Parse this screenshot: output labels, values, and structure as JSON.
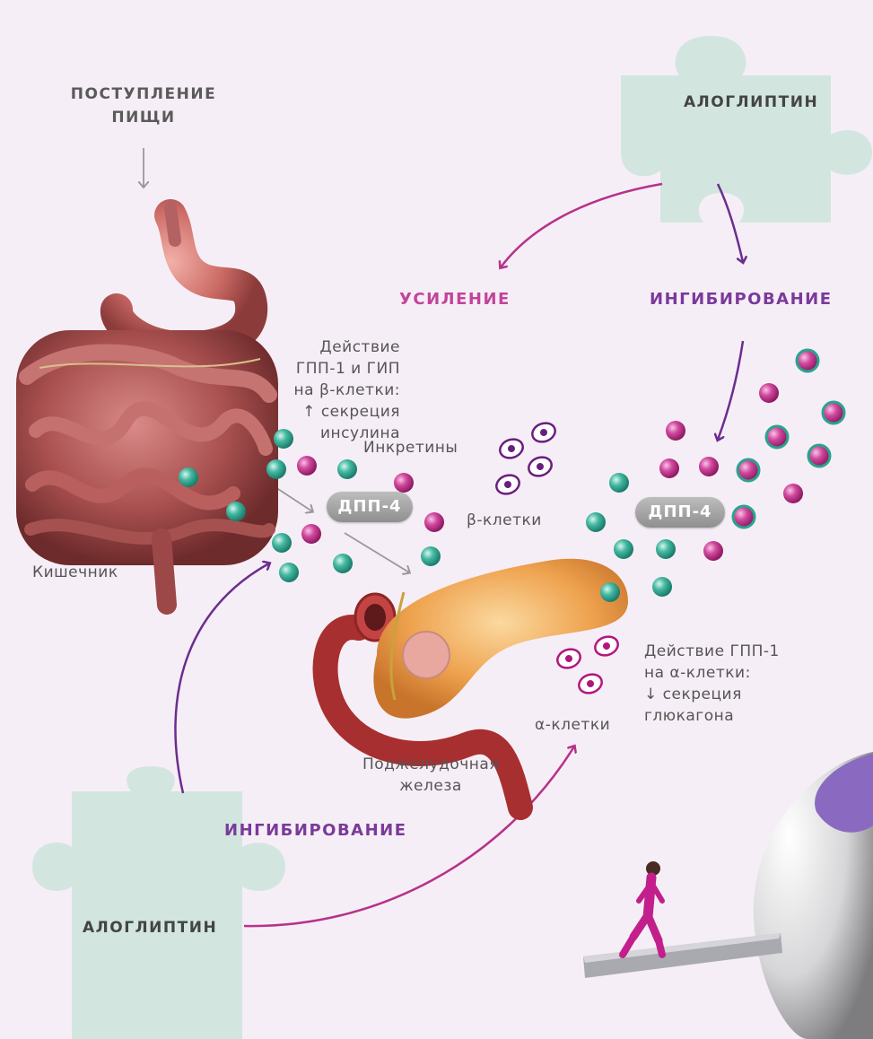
{
  "labels": {
    "food_intake": "ПОСТУПЛЕНИЕ\nПИЩИ",
    "enhancement": "УСИЛЕНИЕ",
    "inhibition_top": "ИНГИБИРОВАНИЕ",
    "inhibition_bottom": "ИНГИБИРОВАНИЕ",
    "glp_gip_action": "Действие ГПП-1 и ГИП\nна β-клетки:\n↑ секреция инсулина",
    "incretins": "Инкретины",
    "beta_cells": "β-клетки",
    "intestine": "Кишечник",
    "alpha_cells": "α-клетки",
    "glp1_action": "Действие ГПП-1\nна α-клетки:\n↓ секреция\nглюкагона",
    "pancreas": "Поджелудочная\nжелеза"
  },
  "puzzles": {
    "top": "АЛОГЛИПТИН",
    "bottom": "АЛОГЛИПТИН"
  },
  "enzymes": {
    "left": "ДПП-4",
    "right": "ДПП-4"
  },
  "colors": {
    "background": "#f6eef6",
    "magenta_arrow": "#b5338a",
    "purple_arrow": "#6a2e8e",
    "puzzle": "#d2e6df",
    "teal_dot": "#2aa48e",
    "pink_dot": "#c8318f"
  }
}
